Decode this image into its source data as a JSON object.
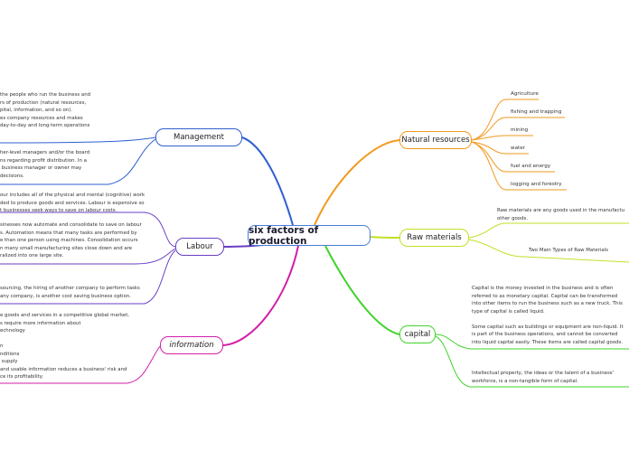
{
  "central": {
    "title": "six factors of production"
  },
  "branches": {
    "management": {
      "label": "Management",
      "color": "#2f5fd0",
      "notes": [
        "the people who run the business and\nrs of production (natural resources,\npital, information, and so on).\nes company resources and makes\nday-to-day and long-term operations",
        "her-level managers and/or the board\nns regarding profit distribution. In a\n business manager or owner may\ndecisions."
      ]
    },
    "labour": {
      "label": "Labour",
      "color": "#6a3fc6",
      "notes": [
        "our includes all of the physical and mental (cognitive) work\nded to produce goods and services. Labour is expensive so\nt businesses seek ways to save on labour costs.",
        "sinesses now automate and consolidate to save on labour\ns. Automation means that many tasks are performed by\ne than one person using machines. Consolidation occurs\nn many small manufacturing sites close down and are\nralized into one large site.",
        "sourcing, the hiring of another company to perform tasks\nany company, is another cost saving business option."
      ]
    },
    "information": {
      "label": "information",
      "color": "#d21fa8",
      "notes": [
        "e goods and services in a competitive global market,\ns require more information about\nechnology\n\nn\nnditions\n supply\nand usable information reduces a business' risk and\nce its profitability."
      ]
    },
    "natural_resources": {
      "label": "Natural resources",
      "color": "#f29a1e",
      "items": [
        "Agriculture",
        "fishing and trapping",
        "mining",
        "water",
        "fuel and energy",
        "logging and forestry"
      ]
    },
    "raw_materials": {
      "label": "Raw materials",
      "color": "#c2e02a",
      "notes": [
        "Raw materials are any goods used in the manufactu\nother goods.",
        "Two Main Types of Raw Materials"
      ]
    },
    "capital": {
      "label": "capital",
      "color": "#3fd42a",
      "notes": [
        "Capital is the money invested in the business and is often\nreferred to as monetary capital. Capital can be transformed\ninto other items to run the business such as a new truck. This\ntype of capital is called liquid.\n\nSome capital such as buildings or equipment are non-liquid. It\nis part of the business operations, and cannot be converted\ninto liquid capital easily. These items are called capital goods.",
        "Intellectual property, the ideas or the talent of a business'\nworkforce, is a non-tangible form of capital."
      ]
    }
  }
}
